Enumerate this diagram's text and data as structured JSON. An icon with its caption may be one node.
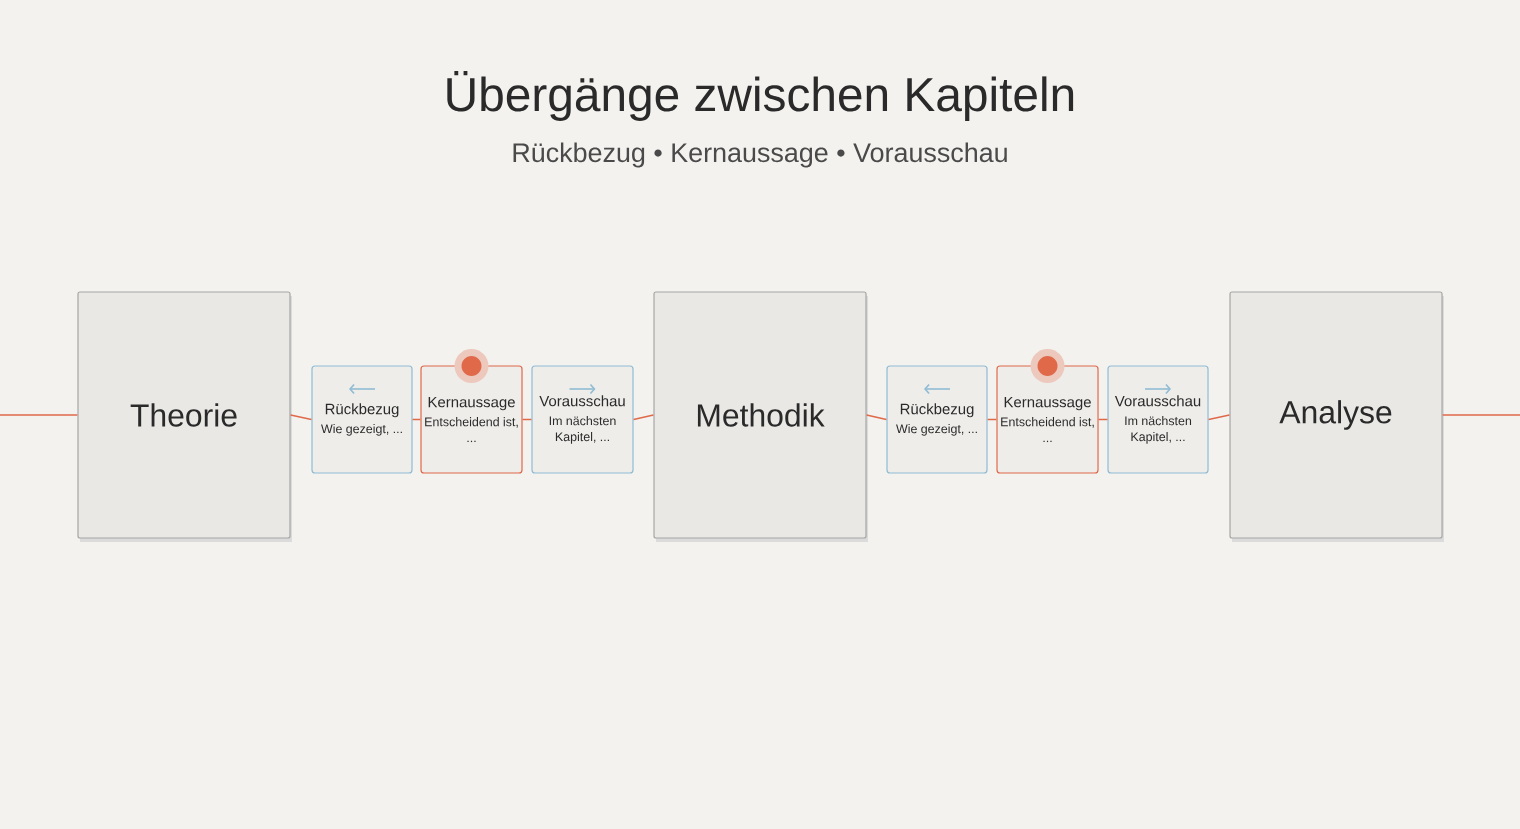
{
  "diagram": {
    "title": "Übergänge zwischen Kapiteln",
    "nodes": [
      {
        "text": [
          "Theorie"
        ]
      },
      {
        "text": [
          "Rückbezug",
          "Wie gezeigt, ..."
        ]
      },
      {
        "text": [
          "Kernaussage",
          "Entscheidend ist, ..."
        ]
      },
      {
        "text": [
          "Vorausschau",
          "Im nächsten Kapitel, ..."
        ]
      },
      {
        "text": [
          "Methodik"
        ]
      },
      {
        "text": [
          "Rückbezug",
          "Wie gezeigt, ..."
        ]
      },
      {
        "text": [
          "Kernaussage",
          "Entscheidend ist, ..."
        ]
      },
      {
        "text": [
          "Vorausschau",
          "Im nächsten Kapitel, ..."
        ]
      },
      {
        "text": [
          "Analyse"
        ]
      }
    ],
    "edges": [
      {
        "from": null,
        "to": 0,
        "arrow": "none"
      },
      {
        "from": 0,
        "to": 1,
        "arrow": "none"
      },
      {
        "from": 1,
        "to": 2,
        "arrow": "none"
      },
      {
        "from": 2,
        "to": 3,
        "arrow": "none"
      },
      {
        "from": 3,
        "to": 4,
        "arrow": "none"
      },
      {
        "from": 4,
        "to": 5,
        "arrow": "none"
      },
      {
        "from": 5,
        "to": 6,
        "arrow": "none"
      },
      {
        "from": 6,
        "to": 7,
        "arrow": "none"
      },
      {
        "from": 7,
        "to": 8,
        "arrow": "none"
      },
      {
        "from": 8,
        "to": null,
        "arrow": "none"
      }
    ],
    "labels": [
      "Rückbezug • Kernaussage • Vorausschau"
    ]
  }
}
